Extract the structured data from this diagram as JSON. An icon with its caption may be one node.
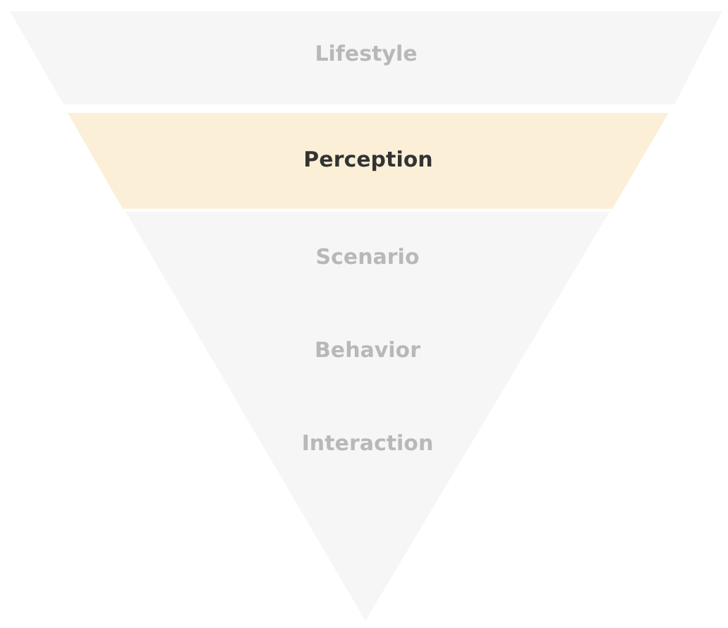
{
  "diagram": {
    "nodes": [
      {
        "text": [
          "Lifestyle"
        ]
      },
      {
        "text": [
          "Perception"
        ]
      },
      {
        "text": [
          "Scenario",
          "Behavior",
          "Interaction"
        ]
      }
    ]
  }
}
